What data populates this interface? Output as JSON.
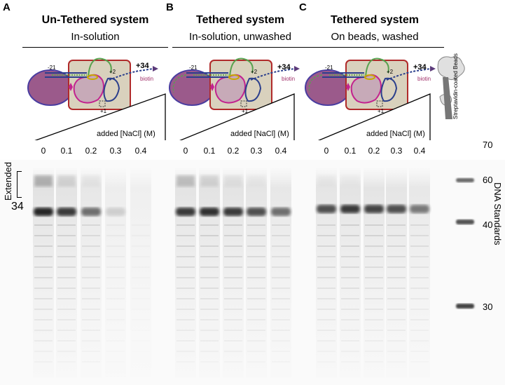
{
  "panels": [
    {
      "letter": "A",
      "title": "Un-Tethered system",
      "subtitle": "In-solution"
    },
    {
      "letter": "B",
      "title": "Tethered system",
      "subtitle": "In-solution, unwashed"
    },
    {
      "letter": "C",
      "title": "Tethered system",
      "subtitle": "On beads, washed"
    }
  ],
  "schematic": {
    "minus21": "-21",
    "plus2": "+2",
    "plus34": "+34",
    "biotin": "biotin",
    "plus1": "+1",
    "beads_label": "Streptavidin-coated Beads"
  },
  "salt_axis": {
    "label": "added [NaCl] (M)",
    "concentrations": [
      "0",
      "0.1",
      "0.2",
      "0.3",
      "0.4"
    ]
  },
  "gel": {
    "extended_label": "Extended",
    "band_label": "34",
    "standards_title": "DNA Standards",
    "standards": [
      "70",
      "60",
      "40",
      "30"
    ]
  },
  "colors": {
    "polymerase": "#9b5a8b",
    "clamp": "#d9d1bd",
    "clamp_border": "#b02a2a",
    "dna": "#2b3f8c",
    "green": "#58a24f",
    "magenta": "#c2248f"
  }
}
